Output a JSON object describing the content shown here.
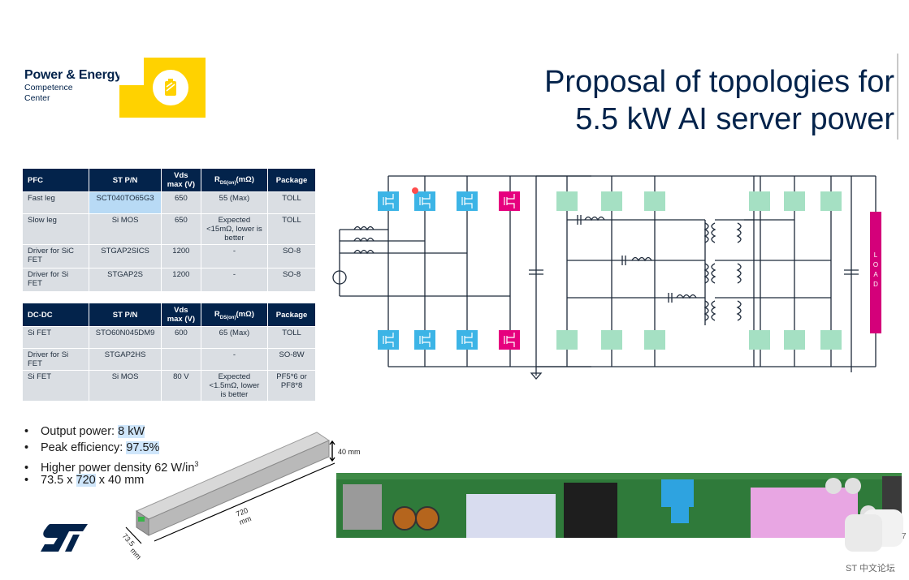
{
  "brand": {
    "line1": "Power & Energy",
    "line2": "Competence",
    "line3": "Center"
  },
  "title": {
    "line1": "Proposal of topologies for",
    "line2": "5.5 kW AI server power"
  },
  "pfc_table": {
    "headers": [
      "PFC",
      "ST P/N",
      "Vds max (V)",
      "R",
      "DS(on)",
      "(mΩ)",
      "Package"
    ],
    "rows": [
      [
        "Fast leg",
        "SCT040TO65G3",
        "650",
        "55 (Max)",
        "TOLL"
      ],
      [
        "Slow leg",
        "Si MOS",
        "650",
        "Expected <15mΩ, lower is better",
        "TOLL"
      ],
      [
        "Driver for SiC FET",
        "STGAP2SICS",
        "1200",
        "-",
        "SO-8"
      ],
      [
        "Driver for Si FET",
        "STGAP2S",
        "1200",
        "-",
        "SO-8"
      ]
    ]
  },
  "dcdc_table": {
    "headers": [
      "DC-DC",
      "ST P/N",
      "Vds max (V)",
      "R",
      "DS(on)",
      "(mΩ)",
      "Package"
    ],
    "rows": [
      [
        "Si FET",
        "STO60N045DM9",
        "600",
        "65 (Max)",
        "TOLL"
      ],
      [
        "Driver for Si FET",
        "STGAP2HS",
        "",
        "-",
        "SO-8W"
      ],
      [
        "Si FET",
        "Si MOS",
        "80 V",
        "Expected <1.5mΩ, lower is better",
        "PF5*6 or PF8*8"
      ]
    ]
  },
  "bullets": {
    "b1_label": "Output power: ",
    "b1_value": "8 kW",
    "b2_label": "Peak efficiency: ",
    "b2_value": "97.5%",
    "b3_label": "Higher power density 62 W/in",
    "b3_sup": "3",
    "b4_pre": "73.5 x ",
    "b4_value": "720",
    "b4_post": " x 40 mm"
  },
  "dims": {
    "height": "40 mm",
    "length": "720",
    "length_unit": "mm",
    "width": "73.5",
    "width_unit": "mm"
  },
  "schematic": {
    "load_label": "L O A D"
  },
  "logo": "ST",
  "page_number": "7",
  "forum": "ST 中文论坛",
  "colors": {
    "navy": "#03234b",
    "yellow": "#ffd200",
    "cyan_fet": "#3cb4e6",
    "pink_fet": "#e6007e",
    "green_fet": "#a5e0c3",
    "load": "#d4007a"
  }
}
